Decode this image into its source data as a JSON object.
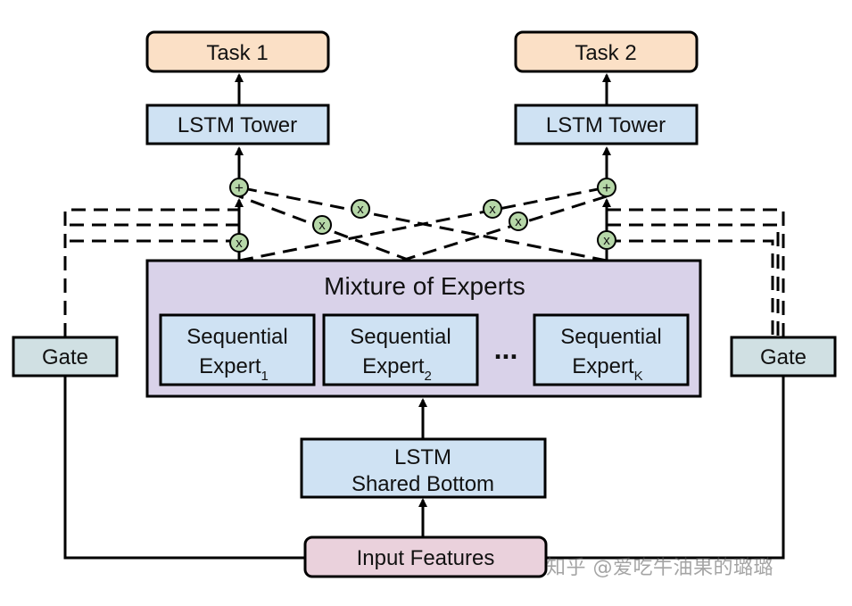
{
  "colors": {
    "task": "#fbe0c6",
    "tower": "#cfe2f3",
    "moe": "#d9d2e9",
    "expert": "#cfe2f3",
    "gate": "#d0e0e3",
    "input": "#ead1dc",
    "node": "#b6d7a8",
    "stroke": "#000000"
  },
  "tasks": {
    "task1": "Task 1",
    "task2": "Task 2"
  },
  "towers": {
    "tower1": "LSTM Tower",
    "tower2": "LSTM Tower"
  },
  "moe": {
    "title": "Mixture of Experts",
    "ellipsis": "...",
    "experts": [
      {
        "line1": "Sequential",
        "line2": "Expert",
        "subscript": "1"
      },
      {
        "line1": "Sequential",
        "line2": "Expert",
        "subscript": "2"
      },
      {
        "line1": "Sequential",
        "line2": "Expert",
        "subscript": "K"
      }
    ]
  },
  "gates": {
    "left": "Gate",
    "right": "Gate"
  },
  "shared_bottom": {
    "line1": "LSTM",
    "line2": "Shared Bottom"
  },
  "input": {
    "label": "Input Features"
  },
  "operators": {
    "plus": "+",
    "times": "x"
  },
  "watermark": "知乎 @爱吃牛油果的璐璐"
}
